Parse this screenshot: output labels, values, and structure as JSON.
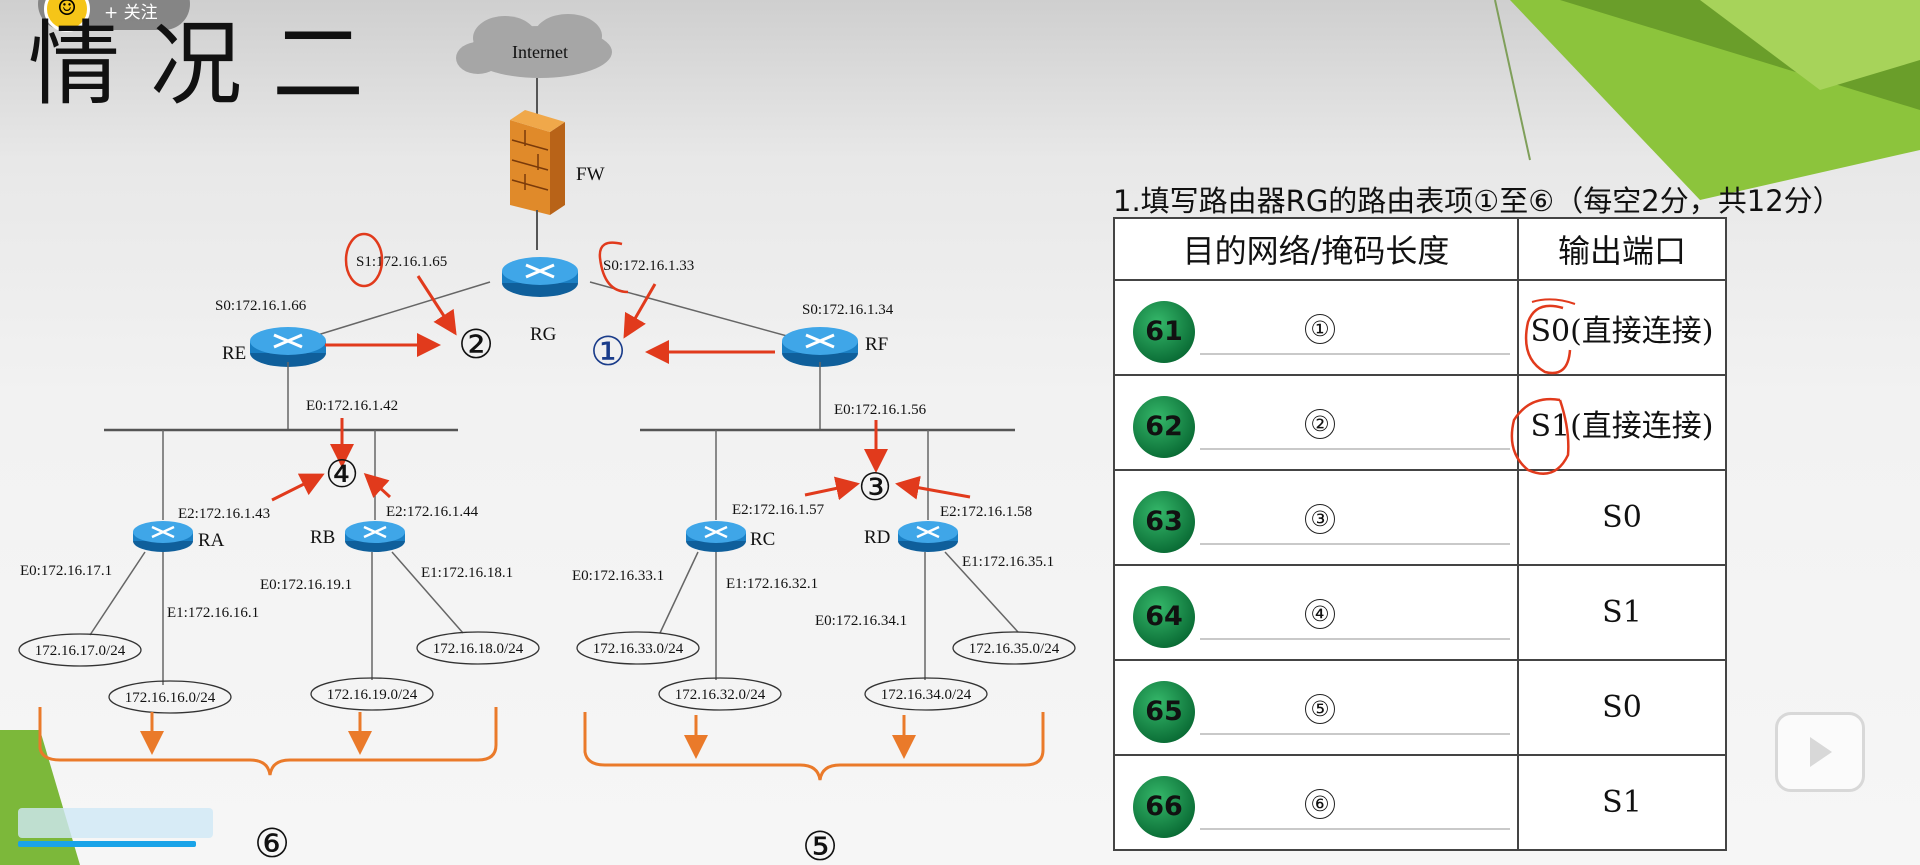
{
  "slide": {
    "title": "情况二",
    "follow_label": "+ 关注",
    "question": "1.填写路由器RG的路由表项①至⑥（每空2分，共12分）"
  },
  "diagram": {
    "internet": "Internet",
    "firewall": "FW",
    "routers": {
      "rg": "RG",
      "re": "RE",
      "rf": "RF",
      "ra": "RA",
      "rb": "RB",
      "rc": "RC",
      "rd": "RD"
    },
    "interfaces": {
      "rg_s1": "S1:172.16.1.65",
      "rg_s0": "S0:172.16.1.33",
      "re_s0": "S0:172.16.1.66",
      "rf_s0": "S0:172.16.1.34",
      "re_e0": "E0:172.16.1.42",
      "rf_e0": "E0:172.16.1.56",
      "ra_e2": "E2:172.16.1.43",
      "rb_e2": "E2:172.16.1.44",
      "rc_e2": "E2:172.16.1.57",
      "rd_e2": "E2:172.16.1.58",
      "ra_e0": "E0:172.16.17.1",
      "ra_e1": "E1:172.16.16.1",
      "rb_e0": "E0:172.16.19.1",
      "rb_e1": "E1:172.16.18.1",
      "rc_e0": "E0:172.16.33.1",
      "rc_e1": "E1:172.16.32.1",
      "rd_e0": "E0:172.16.34.1",
      "rd_e1": "E1:172.16.35.1"
    },
    "networks": {
      "n17": "172.16.17.0/24",
      "n16": "172.16.16.0/24",
      "n19": "172.16.19.0/24",
      "n18": "172.16.18.0/24",
      "n33": "172.16.33.0/24",
      "n32": "172.16.32.0/24",
      "n34": "172.16.34.0/24",
      "n35": "172.16.35.0/24"
    },
    "markers": {
      "m1": "①",
      "m2": "②",
      "m3": "③",
      "m4": "④",
      "m5": "⑤",
      "m6": "⑥"
    }
  },
  "table": {
    "headers": [
      "目的网络/掩码长度",
      "输出端口"
    ],
    "rows": [
      {
        "badge": "61",
        "blank": "①",
        "port": "S0(直接连接)"
      },
      {
        "badge": "62",
        "blank": "②",
        "port": "S1(直接连接)"
      },
      {
        "badge": "63",
        "blank": "③",
        "port": "S0"
      },
      {
        "badge": "64",
        "blank": "④",
        "port": "S1"
      },
      {
        "badge": "65",
        "blank": "⑤",
        "port": "S0"
      },
      {
        "badge": "66",
        "blank": "⑥",
        "port": "S1"
      }
    ]
  },
  "colors": {
    "annotation": "#e13a1c",
    "bracket": "#ea7a2a",
    "router": "#1a7fc4",
    "badge": "#138a45"
  },
  "icons": [
    "cloud-icon",
    "firewall-icon",
    "router-icon",
    "play-icon"
  ]
}
